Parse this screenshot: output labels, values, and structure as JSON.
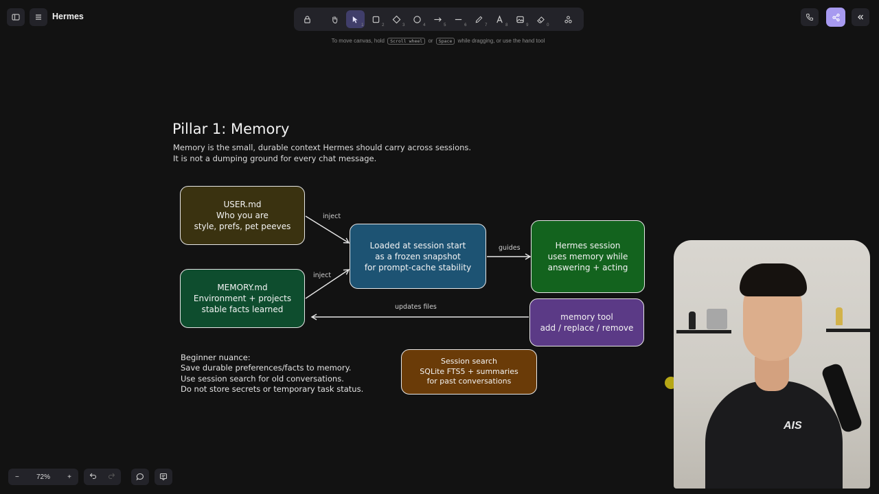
{
  "app": {
    "title": "Hermes"
  },
  "toolbar": {
    "tools": [
      {
        "name": "lock",
        "key": ""
      },
      {
        "name": "hand",
        "key": ""
      },
      {
        "name": "selection",
        "key": "1"
      },
      {
        "name": "rectangle",
        "key": "2"
      },
      {
        "name": "diamond",
        "key": "3"
      },
      {
        "name": "ellipse",
        "key": "4"
      },
      {
        "name": "arrow",
        "key": "5"
      },
      {
        "name": "line",
        "key": "6"
      },
      {
        "name": "draw",
        "key": "7"
      },
      {
        "name": "text",
        "key": "8"
      },
      {
        "name": "image",
        "key": "9"
      },
      {
        "name": "eraser",
        "key": "0"
      },
      {
        "name": "more-tools",
        "key": ""
      }
    ],
    "active_tool": "selection"
  },
  "hint": {
    "prefix": "To move canvas, hold",
    "key1": "Scroll wheel",
    "middle": "or",
    "key2": "Space",
    "suffix": "while dragging, or use the hand tool"
  },
  "canvas": {
    "title": "Pillar 1: Memory",
    "subtitle_line1": "Memory is the small, durable context Hermes should carry across sessions.",
    "subtitle_line2": "It is not a dumping ground for every chat message.",
    "boxes": {
      "user": [
        "USER.md",
        "Who you are",
        "style, prefs, pet peeves"
      ],
      "memory": [
        "MEMORY.md",
        "Environment + projects",
        "stable facts learned"
      ],
      "loaded": [
        "Loaded at session start",
        "as a frozen snapshot",
        "for prompt-cache stability"
      ],
      "hermes": [
        "Hermes session",
        "uses memory while",
        "answering + acting"
      ],
      "tool": [
        "memory tool",
        "add / replace / remove"
      ],
      "search": [
        "Session search",
        "SQLite FTS5 + summaries",
        "for past conversations"
      ]
    },
    "edge_labels": {
      "inject_top": "inject",
      "inject_bottom": "inject",
      "guides": "guides",
      "updates": "updates files"
    },
    "nuance": [
      "Beginner nuance:",
      "Save durable preferences/facts to memory.",
      "Use session search for old conversations.",
      "Do not store secrets or temporary task status."
    ],
    "colors": {
      "user": "#3a3210",
      "memory": "#0e4d2e",
      "loaded": "#1d5373",
      "hermes": "#13631e",
      "tool": "#5b3a86",
      "search": "#6a3b08"
    }
  },
  "footer": {
    "zoom": "72%",
    "zoom_out": "−",
    "zoom_in": "+"
  },
  "webcam": {
    "shirt_logo": "AIS"
  },
  "accent": "#a79af0"
}
